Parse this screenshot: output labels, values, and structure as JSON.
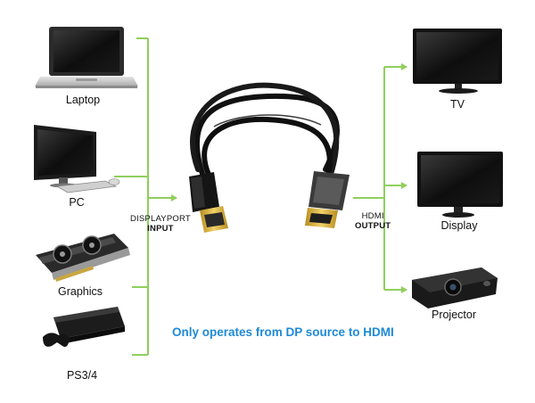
{
  "colors": {
    "connector_line": "#8fcf5c",
    "note_text": "#1e8ad6",
    "device_dark": "#1b1b1b",
    "cable": "#111111",
    "gold": "#d9b23a"
  },
  "sources": [
    {
      "label": "Laptop",
      "icon": "laptop-icon"
    },
    {
      "label": "PC",
      "icon": "desktop-pc-icon"
    },
    {
      "label": "Graphics",
      "icon": "graphics-card-icon"
    },
    {
      "label": "PS3/4",
      "icon": "game-console-icon"
    }
  ],
  "input": {
    "line1": "DISPLAYPORT",
    "line2": "INPUT"
  },
  "output": {
    "line1": "HDMI",
    "line2": "OUTPUT"
  },
  "targets": [
    {
      "label": "TV",
      "icon": "tv-icon"
    },
    {
      "label": "Display",
      "icon": "monitor-icon"
    },
    {
      "label": "Projector",
      "icon": "projector-icon"
    }
  ],
  "note": "Only operates from DP source to HDMI"
}
